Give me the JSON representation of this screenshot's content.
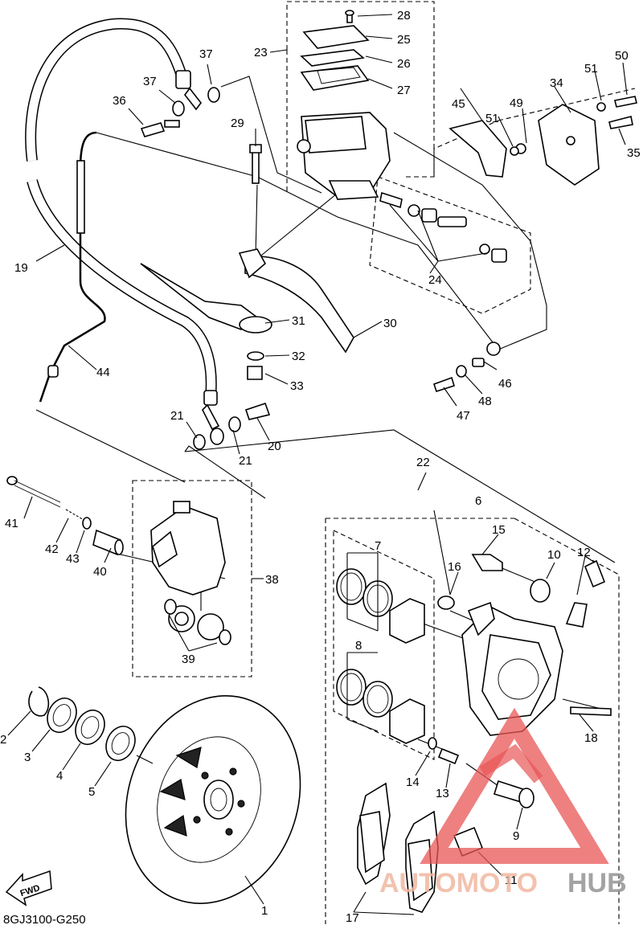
{
  "diagram_code": "8GJ3100-G250",
  "fwd_label": "FWD",
  "watermark": {
    "part1": "AUTOMOTO",
    "part2": "HUB",
    "color_red": "#e85555",
    "color_orange": "#f0b8a0",
    "color_grey": "#9a9a9a"
  },
  "callouts": {
    "c1": "1",
    "c2": "2",
    "c3": "3",
    "c4": "4",
    "c5": "5",
    "c6": "6",
    "c7": "7",
    "c8": "8",
    "c9": "9",
    "c10": "10",
    "c11": "11",
    "c12": "12",
    "c13": "13",
    "c14": "14",
    "c15": "15",
    "c16": "16",
    "c17": "17",
    "c18": "18",
    "c19": "19",
    "c20": "20",
    "c21a": "21",
    "c21b": "21",
    "c22": "22",
    "c23": "23",
    "c24": "24",
    "c25": "25",
    "c26": "26",
    "c27": "27",
    "c28": "28",
    "c29": "29",
    "c30": "30",
    "c31": "31",
    "c32": "32",
    "c33": "33",
    "c34": "34",
    "c35": "35",
    "c36": "36",
    "c37a": "37",
    "c37b": "37",
    "c38": "38",
    "c39": "39",
    "c40": "40",
    "c41": "41",
    "c42": "42",
    "c43": "43",
    "c44": "44",
    "c45": "45",
    "c46": "46",
    "c47": "47",
    "c48": "48",
    "c49": "49",
    "c50": "50",
    "c51a": "51",
    "c51b": "51"
  }
}
